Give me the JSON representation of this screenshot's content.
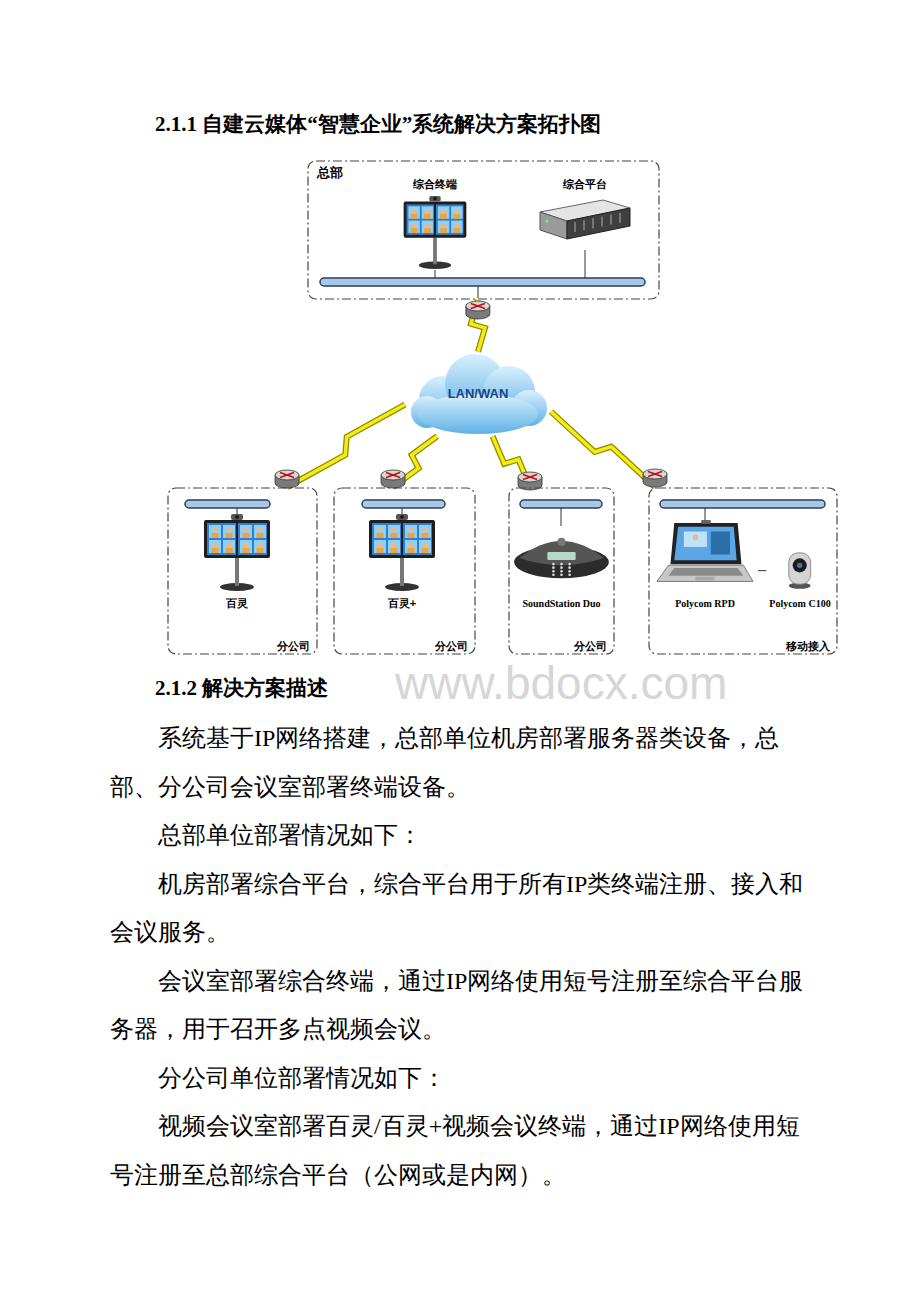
{
  "diagram": {
    "title": "2.1.1 自建云媒体“智慧企业”系统解决方案拓扑图",
    "nodes": [
      {
        "text": [
          "总部"
        ]
      },
      {
        "text": [
          "综合终端"
        ],
        "in": 0
      },
      {
        "text": [
          "综合平台"
        ],
        "in": 0
      },
      {
        "text": [
          "LAN/WAN"
        ]
      },
      {
        "text": [
          "分公司"
        ]
      },
      {
        "text": [
          "百灵"
        ],
        "in": 4
      },
      {
        "text": [
          "分公司"
        ]
      },
      {
        "text": [
          "百灵+"
        ],
        "in": 6
      },
      {
        "text": [
          "分公司"
        ]
      },
      {
        "text": [
          "SoundStation Duo"
        ],
        "in": 8
      },
      {
        "text": [
          "移动接入"
        ]
      },
      {
        "text": [
          "Polycom RPD"
        ],
        "in": 10
      },
      {
        "text": [
          "Polycom C100"
        ],
        "in": 10
      }
    ],
    "edges": [
      {
        "from": 0,
        "to": 3,
        "arrow": "none"
      },
      {
        "from": 3,
        "to": 4,
        "arrow": "none"
      },
      {
        "from": 3,
        "to": 6,
        "arrow": "none"
      },
      {
        "from": 3,
        "to": 8,
        "arrow": "none"
      },
      {
        "from": 3,
        "to": 10,
        "arrow": "none"
      },
      {
        "from": 11,
        "to": 12,
        "arrow": "none"
      }
    ],
    "labels": [
      "2.1.2 解决方案描述",
      "系统基于IP网络搭建，总部单位机房部署服务器类设备，总部、分公司会议室部署终端设备。",
      "总部单位部署情况如下：",
      "机房部署综合平台，综合平台用于所有IP类终端注册、接入和会议服务。",
      "会议室部署综合终端，通过IP网络使用短号注册至综合平台服务器，用于召开多点视频会议。",
      "分公司单位部署情况如下：",
      "视频会议室部署百灵/百灵+视频会议终端，通过IP网络使用短号注册至总部综合平台（公网或是内网）。",
      "www.bdocx.com"
    ]
  }
}
